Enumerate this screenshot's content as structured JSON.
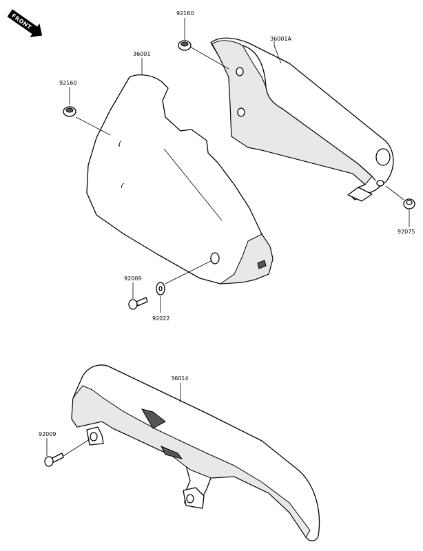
{
  "front_badge": "FRONT",
  "labels": {
    "l92160_top": "92160",
    "l36001A": "36001A",
    "l36001": "36001",
    "l92160_left": "92160",
    "l92075": "92075",
    "l92009_top": "92009",
    "l92022": "92022",
    "l36014": "36014",
    "l92009_bottom": "92009"
  }
}
